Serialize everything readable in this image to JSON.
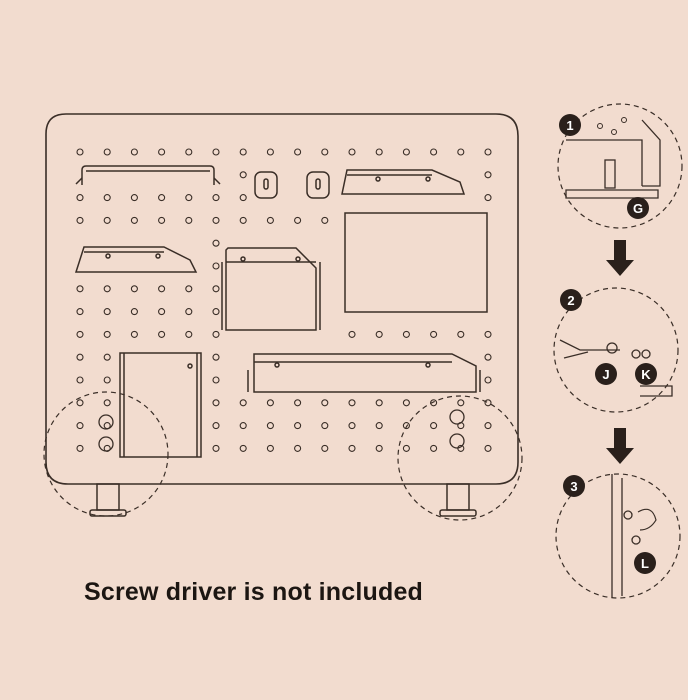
{
  "instructions": {
    "note": "Screw driver is not included",
    "steps": [
      {
        "number": "1",
        "part": "G"
      },
      {
        "number": "2",
        "parts": [
          "J",
          "K"
        ]
      },
      {
        "number": "3",
        "part": "L"
      }
    ]
  },
  "colors": {
    "paper": "#f2dccf",
    "line": "#2a201b",
    "badge": "#2a201b"
  }
}
